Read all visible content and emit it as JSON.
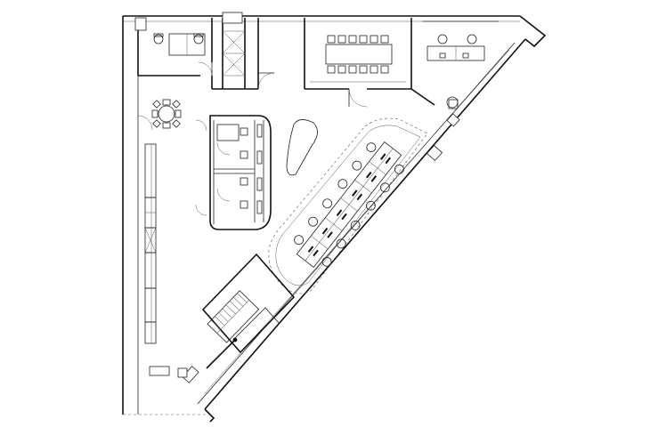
{
  "drawing": {
    "kind": "architectural floor plan",
    "annotations": []
  },
  "rooms": [
    {
      "id": "office-nw",
      "desks": 2
    },
    {
      "id": "meeting-room",
      "chairs": 12
    },
    {
      "id": "office-ne",
      "desks": 2
    },
    {
      "id": "lounge",
      "tables": 1
    },
    {
      "id": "restroom-core",
      "stalls": 4
    },
    {
      "id": "open-office",
      "desks": 12
    },
    {
      "id": "stairwell"
    }
  ]
}
